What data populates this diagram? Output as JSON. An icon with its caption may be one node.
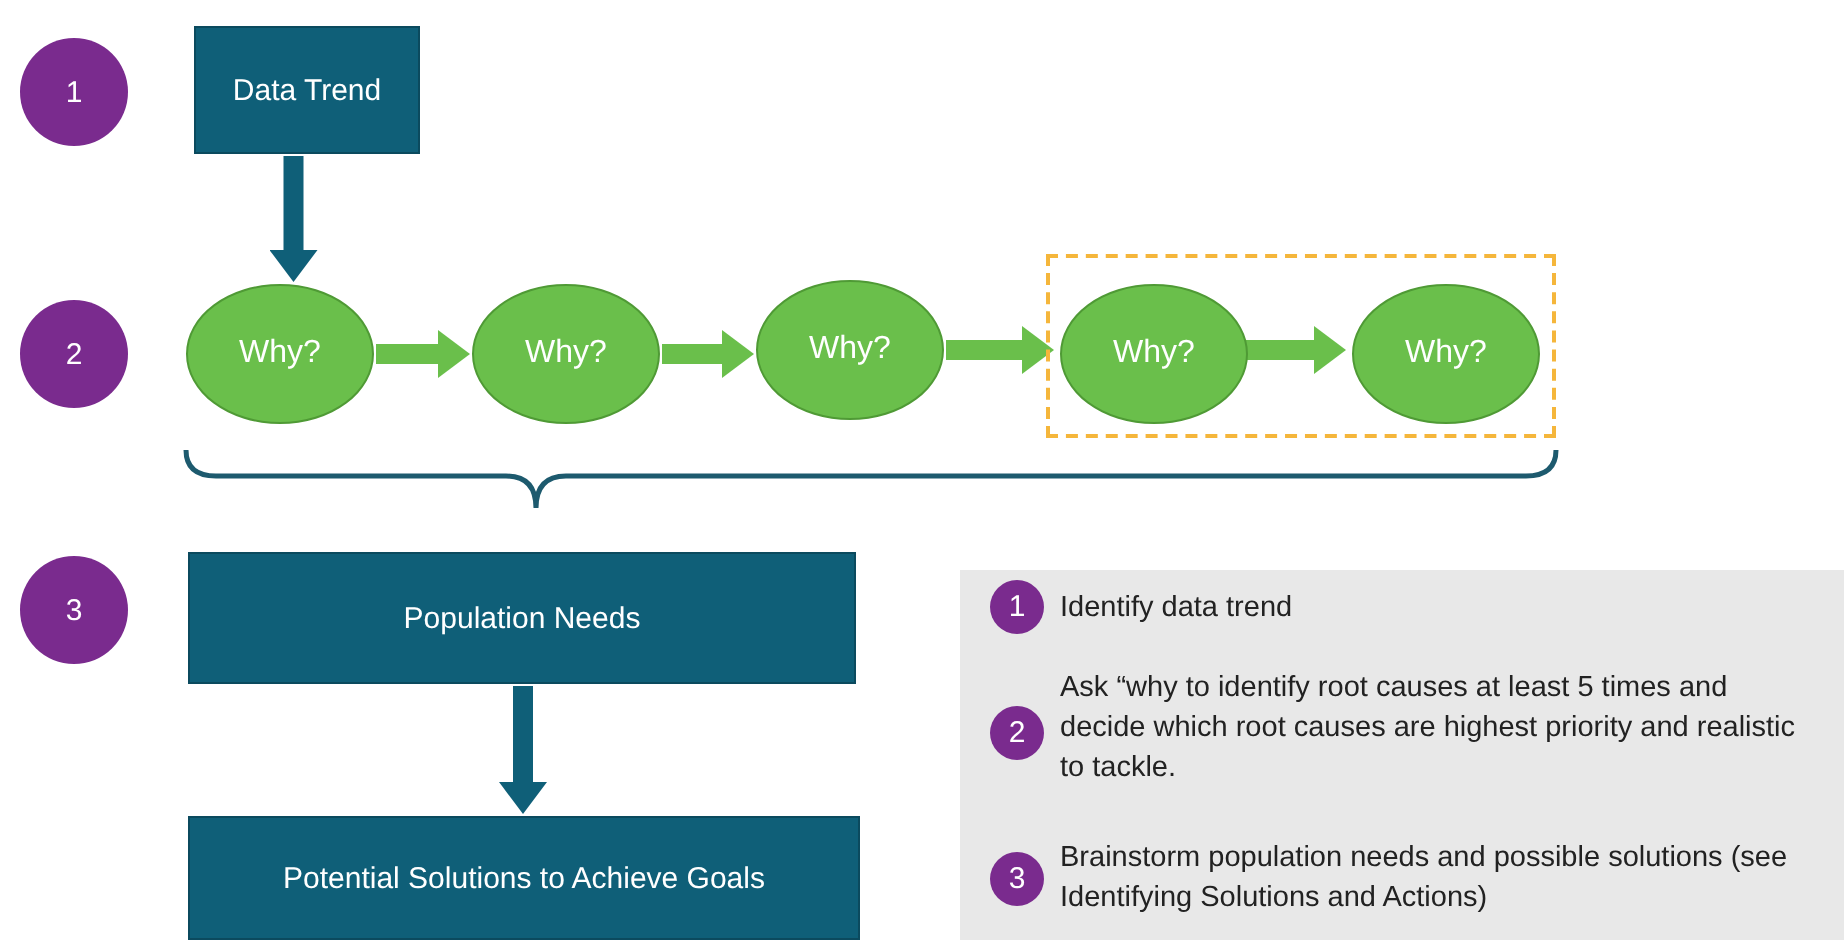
{
  "diagram": {
    "nodes": [
      {
        "text": [
          "1"
        ]
      },
      {
        "text": [
          "Data Trend"
        ]
      },
      {
        "text": [
          "2"
        ]
      },
      {
        "text": [
          "Why?"
        ]
      },
      {
        "text": [
          "Why?"
        ]
      },
      {
        "text": [
          "Why?"
        ]
      },
      {
        "text": [],
        "shape": "box"
      },
      {
        "text": [
          "Why?"
        ],
        "in": 6
      },
      {
        "text": [
          "Why?"
        ],
        "in": 6
      },
      {
        "text": [
          "3"
        ]
      },
      {
        "text": [
          "Population Needs"
        ]
      },
      {
        "text": [
          "Potential Solutions to Achieve Goals"
        ]
      },
      {
        "text": [],
        "shape": "box"
      },
      {
        "text": [
          "1"
        ],
        "in": 12,
        "beside": [
          "Identify data trend"
        ]
      },
      {
        "text": [
          "2"
        ],
        "in": 12,
        "beside": [
          "Ask “why to identify root causes at least 5 times and decide which root causes are highest priority and realistic to tackle."
        ]
      },
      {
        "text": [
          "3"
        ],
        "in": 12,
        "beside": [
          "Brainstorm population needs and possible solutions (see Identifying Solutions and Actions)"
        ]
      }
    ],
    "edges": [
      {
        "from": 1,
        "to": 3,
        "arrow": "to",
        "color": "#0f5f78"
      },
      {
        "from": 3,
        "to": 4,
        "arrow": "to"
      },
      {
        "from": 4,
        "to": 5,
        "arrow": "to"
      },
      {
        "from": 5,
        "to": 7,
        "arrow": "to"
      },
      {
        "from": 7,
        "to": 8,
        "arrow": "to"
      },
      {
        "from": 10,
        "to": 11,
        "arrow": "to",
        "color": "#0f5f78"
      }
    ]
  }
}
